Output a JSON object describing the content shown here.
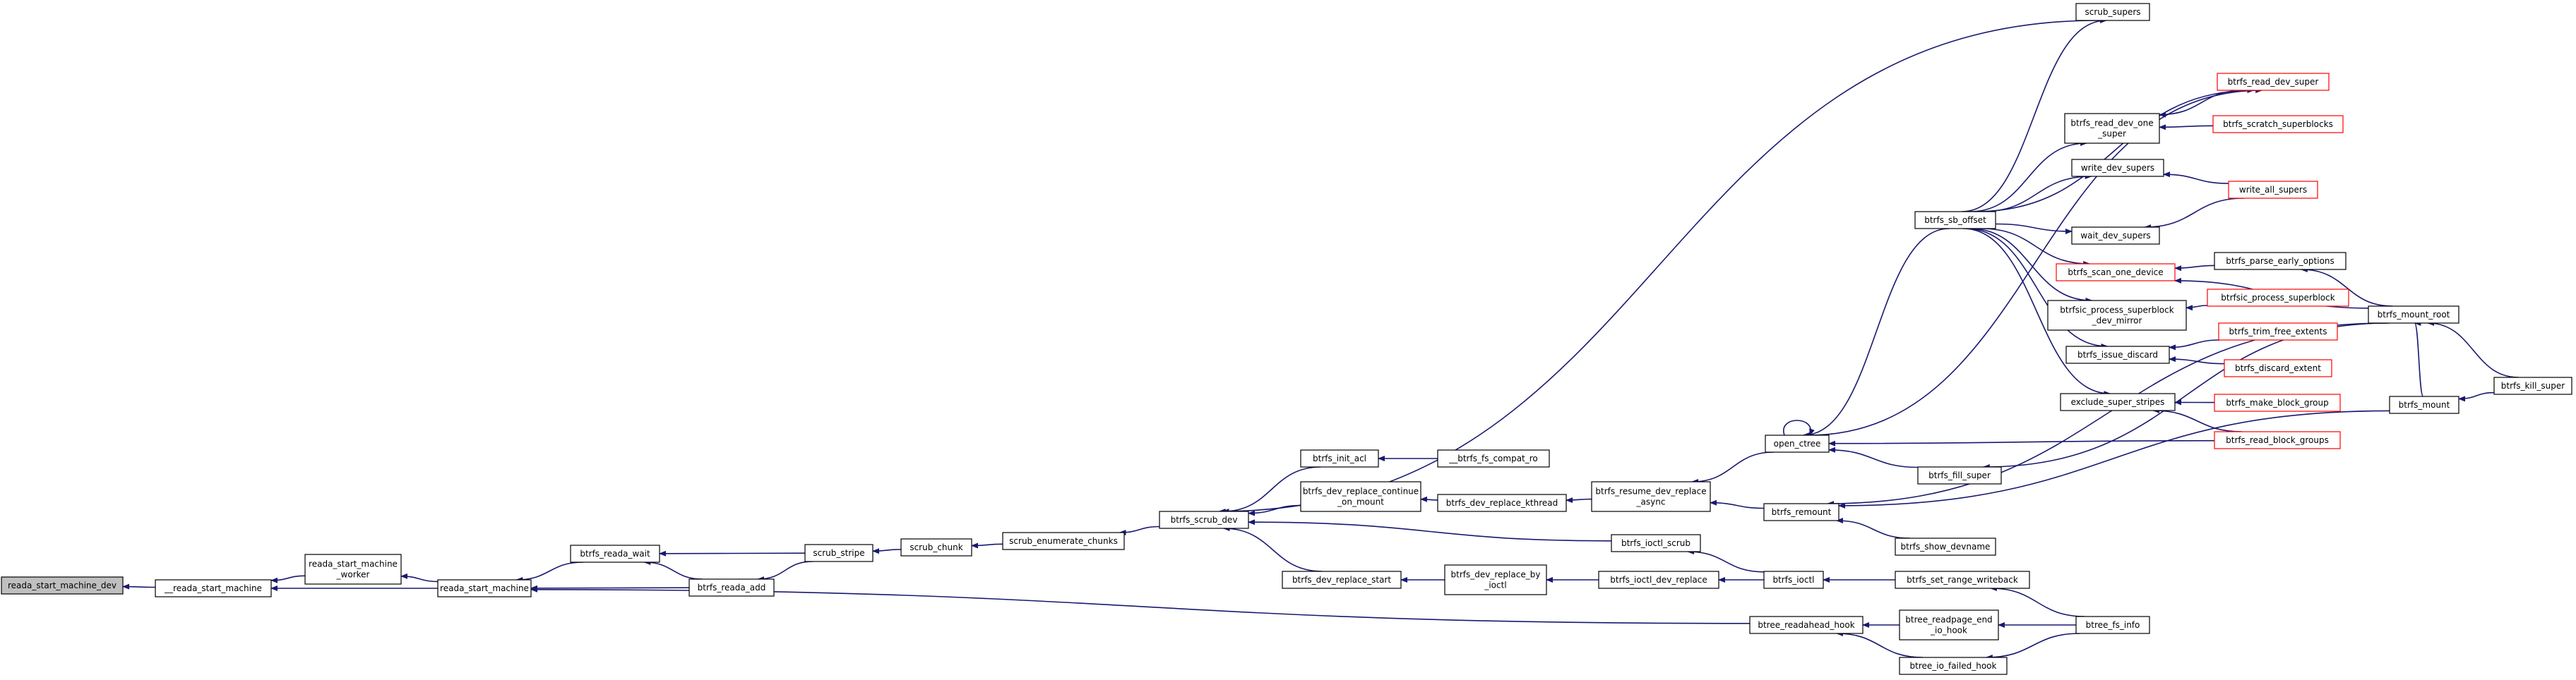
{
  "colors": {
    "edge": "#191970",
    "node_border": "#000000",
    "incomplete_border": "#ff0000",
    "root_fill": "#bfbfbf",
    "background": "#ffffff"
  },
  "nodes": [
    {
      "id": "reada_start_machine_dev",
      "lines": [
        "reada_start_machine_dev"
      ],
      "root": true
    },
    {
      "id": "__reada_start_machine",
      "lines": [
        "__reada_start_machine"
      ]
    },
    {
      "id": "reada_start_machine_worker",
      "lines": [
        "reada_start_machine",
        "_worker"
      ]
    },
    {
      "id": "reada_start_machine",
      "lines": [
        "reada_start_machine"
      ]
    },
    {
      "id": "btrfs_reada_wait",
      "lines": [
        "btrfs_reada_wait"
      ]
    },
    {
      "id": "btrfs_reada_add",
      "lines": [
        "btrfs_reada_add"
      ]
    },
    {
      "id": "scrub_stripe",
      "lines": [
        "scrub_stripe"
      ]
    },
    {
      "id": "scrub_chunk",
      "lines": [
        "scrub_chunk"
      ]
    },
    {
      "id": "scrub_enumerate_chunks",
      "lines": [
        "scrub_enumerate_chunks"
      ]
    },
    {
      "id": "btrfs_scrub_dev",
      "lines": [
        "btrfs_scrub_dev"
      ]
    },
    {
      "id": "btrfs_init_acl",
      "lines": [
        "btrfs_init_acl"
      ]
    },
    {
      "id": "__btrfs_fs_compat_ro",
      "lines": [
        "__btrfs_fs_compat_ro"
      ]
    },
    {
      "id": "btrfs_dev_replace_continue_on_mount",
      "lines": [
        "btrfs_dev_replace_continue",
        "_on_mount"
      ]
    },
    {
      "id": "btrfs_dev_replace_kthread",
      "lines": [
        "btrfs_dev_replace_kthread"
      ]
    },
    {
      "id": "btrfs_resume_dev_replace_async",
      "lines": [
        "btrfs_resume_dev_replace",
        "_async"
      ]
    },
    {
      "id": "btrfs_dev_replace_start",
      "lines": [
        "btrfs_dev_replace_start"
      ]
    },
    {
      "id": "btrfs_dev_replace_by_ioctl",
      "lines": [
        "btrfs_dev_replace_by",
        "_ioctl"
      ]
    },
    {
      "id": "btrfs_ioctl_dev_replace",
      "lines": [
        "btrfs_ioctl_dev_replace"
      ]
    },
    {
      "id": "btrfs_ioctl_scrub",
      "lines": [
        "btrfs_ioctl_scrub"
      ]
    },
    {
      "id": "btrfs_ioctl",
      "lines": [
        "btrfs_ioctl"
      ]
    },
    {
      "id": "btrfs_set_range_writeback",
      "lines": [
        "btrfs_set_range_writeback"
      ]
    },
    {
      "id": "btrfs_remount",
      "lines": [
        "btrfs_remount"
      ]
    },
    {
      "id": "btrfs_show_devname",
      "lines": [
        "btrfs_show_devname"
      ]
    },
    {
      "id": "open_ctree",
      "lines": [
        "open_ctree"
      ]
    },
    {
      "id": "btrfs_fill_super",
      "lines": [
        "btrfs_fill_super"
      ]
    },
    {
      "id": "btree_readahead_hook",
      "lines": [
        "btree_readahead_hook"
      ]
    },
    {
      "id": "btree_readpage_end_io_hook",
      "lines": [
        "btree_readpage_end",
        "_io_hook"
      ]
    },
    {
      "id": "btree_io_failed_hook",
      "lines": [
        "btree_io_failed_hook"
      ]
    },
    {
      "id": "btree_fs_info",
      "lines": [
        "btree_fs_info"
      ]
    },
    {
      "id": "scrub_supers",
      "lines": [
        "scrub_supers"
      ]
    },
    {
      "id": "btrfs_sb_offset",
      "lines": [
        "btrfs_sb_offset"
      ]
    },
    {
      "id": "btrfs_read_dev_super",
      "lines": [
        "btrfs_read_dev_super"
      ],
      "red": true
    },
    {
      "id": "btrfs_read_dev_one_super",
      "lines": [
        "btrfs_read_dev_one",
        "_super"
      ]
    },
    {
      "id": "btrfs_scratch_superblocks",
      "lines": [
        "btrfs_scratch_superblocks"
      ],
      "red": true
    },
    {
      "id": "write_dev_supers",
      "lines": [
        "write_dev_supers"
      ]
    },
    {
      "id": "write_all_supers",
      "lines": [
        "write_all_supers"
      ],
      "red": true
    },
    {
      "id": "wait_dev_supers",
      "lines": [
        "wait_dev_supers"
      ]
    },
    {
      "id": "btrfs_scan_one_device",
      "lines": [
        "btrfs_scan_one_device"
      ],
      "red": true
    },
    {
      "id": "btrfs_parse_early_options",
      "lines": [
        "btrfs_parse_early_options"
      ]
    },
    {
      "id": "btrfsic_process_superblock_dev_mirror",
      "lines": [
        "btrfsic_process_superblock",
        "_dev_mirror"
      ]
    },
    {
      "id": "btrfsic_process_superblock",
      "lines": [
        "btrfsic_process_superblock"
      ],
      "red": true
    },
    {
      "id": "btrfs_issue_discard",
      "lines": [
        "btrfs_issue_discard"
      ]
    },
    {
      "id": "btrfs_trim_free_extents",
      "lines": [
        "btrfs_trim_free_extents"
      ],
      "red": true
    },
    {
      "id": "btrfs_discard_extent",
      "lines": [
        "btrfs_discard_extent"
      ],
      "red": true
    },
    {
      "id": "exclude_super_stripes",
      "lines": [
        "exclude_super_stripes"
      ]
    },
    {
      "id": "btrfs_make_block_group",
      "lines": [
        "btrfs_make_block_group"
      ],
      "red": true
    },
    {
      "id": "btrfs_read_block_groups",
      "lines": [
        "btrfs_read_block_groups"
      ],
      "red": true
    },
    {
      "id": "btrfs_mount_root",
      "lines": [
        "btrfs_mount_root"
      ]
    },
    {
      "id": "btrfs_mount",
      "lines": [
        "btrfs_mount"
      ]
    },
    {
      "id": "btrfs_kill_super",
      "lines": [
        "btrfs_kill_super"
      ]
    }
  ],
  "edges": [
    [
      "__reada_start_machine",
      "reada_start_machine_dev"
    ],
    [
      "reada_start_machine_worker",
      "__reada_start_machine"
    ],
    [
      "reada_start_machine",
      "__reada_start_machine"
    ],
    [
      "reada_start_machine",
      "reada_start_machine_worker"
    ],
    [
      "btrfs_reada_wait",
      "reada_start_machine"
    ],
    [
      "btrfs_reada_add",
      "reada_start_machine"
    ],
    [
      "btree_readahead_hook",
      "reada_start_machine"
    ],
    [
      "btrfs_reada_add",
      "btrfs_reada_wait"
    ],
    [
      "scrub_stripe",
      "btrfs_reada_wait"
    ],
    [
      "scrub_stripe",
      "btrfs_reada_add"
    ],
    [
      "scrub_chunk",
      "scrub_stripe"
    ],
    [
      "scrub_enumerate_chunks",
      "scrub_chunk"
    ],
    [
      "btrfs_scrub_dev",
      "scrub_enumerate_chunks"
    ],
    [
      "btrfs_init_acl",
      "btrfs_scrub_dev"
    ],
    [
      "btrfs_dev_replace_continue_on_mount",
      "btrfs_scrub_dev"
    ],
    [
      "btrfs_dev_replace_start",
      "btrfs_scrub_dev"
    ],
    [
      "btrfs_ioctl_scrub",
      "btrfs_scrub_dev"
    ],
    [
      "scrub_supers",
      "btrfs_scrub_dev"
    ],
    [
      "__btrfs_fs_compat_ro",
      "btrfs_init_acl"
    ],
    [
      "btrfs_dev_replace_kthread",
      "btrfs_dev_replace_continue_on_mount"
    ],
    [
      "btrfs_resume_dev_replace_async",
      "btrfs_dev_replace_kthread"
    ],
    [
      "open_ctree",
      "btrfs_resume_dev_replace_async"
    ],
    [
      "btrfs_remount",
      "btrfs_resume_dev_replace_async"
    ],
    [
      "btrfs_dev_replace_by_ioctl",
      "btrfs_dev_replace_start"
    ],
    [
      "btrfs_ioctl_dev_replace",
      "btrfs_dev_replace_by_ioctl"
    ],
    [
      "btrfs_ioctl",
      "btrfs_ioctl_dev_replace"
    ],
    [
      "btrfs_ioctl",
      "btrfs_ioctl_scrub"
    ],
    [
      "btrfs_set_range_writeback",
      "btrfs_ioctl"
    ],
    [
      "btree_fs_info",
      "btrfs_set_range_writeback"
    ],
    [
      "btrfs_show_devname",
      "btrfs_remount"
    ],
    [
      "btrfs_mount_root",
      "btrfs_remount"
    ],
    [
      "btrfs_mount",
      "btrfs_remount"
    ],
    [
      "open_ctree",
      "open_ctree"
    ],
    [
      "btrfs_fill_super",
      "open_ctree"
    ],
    [
      "btrfs_read_block_groups",
      "open_ctree"
    ],
    [
      "btrfs_mount_root",
      "btrfs_fill_super"
    ],
    [
      "btree_readpage_end_io_hook",
      "btree_readahead_hook"
    ],
    [
      "btree_io_failed_hook",
      "btree_readahead_hook"
    ],
    [
      "btree_fs_info",
      "btree_readpage_end_io_hook"
    ],
    [
      "btree_fs_info",
      "btree_io_failed_hook"
    ],
    [
      "btrfs_sb_offset",
      "scrub_supers"
    ],
    [
      "btrfs_sb_offset",
      "btrfs_read_dev_super"
    ],
    [
      "open_ctree",
      "btrfs_read_dev_super"
    ],
    [
      "btrfs_sb_offset",
      "btrfs_read_dev_one_super"
    ],
    [
      "btrfs_sb_offset",
      "write_dev_supers"
    ],
    [
      "btrfs_sb_offset",
      "wait_dev_supers"
    ],
    [
      "btrfs_sb_offset",
      "btrfs_scan_one_device"
    ],
    [
      "btrfs_sb_offset",
      "btrfsic_process_superblock_dev_mirror"
    ],
    [
      "btrfs_sb_offset",
      "btrfs_issue_discard"
    ],
    [
      "btrfs_sb_offset",
      "exclude_super_stripes"
    ],
    [
      "btrfs_sb_offset",
      "open_ctree"
    ],
    [
      "btrfs_read_dev_super",
      "btrfs_read_dev_one_super"
    ],
    [
      "btrfs_scratch_superblocks",
      "btrfs_read_dev_one_super"
    ],
    [
      "write_all_supers",
      "write_dev_supers"
    ],
    [
      "write_all_supers",
      "wait_dev_supers"
    ],
    [
      "btrfs_parse_early_options",
      "btrfs_scan_one_device"
    ],
    [
      "btrfs_mount_root",
      "btrfs_scan_one_device"
    ],
    [
      "btrfs_mount_root",
      "btrfs_parse_early_options"
    ],
    [
      "btrfsic_process_superblock",
      "btrfsic_process_superblock_dev_mirror"
    ],
    [
      "btrfs_trim_free_extents",
      "btrfs_issue_discard"
    ],
    [
      "btrfs_discard_extent",
      "btrfs_issue_discard"
    ],
    [
      "btrfs_make_block_group",
      "exclude_super_stripes"
    ],
    [
      "btrfs_read_block_groups",
      "exclude_super_stripes"
    ],
    [
      "btrfs_mount",
      "btrfs_mount_root"
    ],
    [
      "btrfs_kill_super",
      "btrfs_mount_root"
    ],
    [
      "btrfs_kill_super",
      "btrfs_mount"
    ]
  ]
}
